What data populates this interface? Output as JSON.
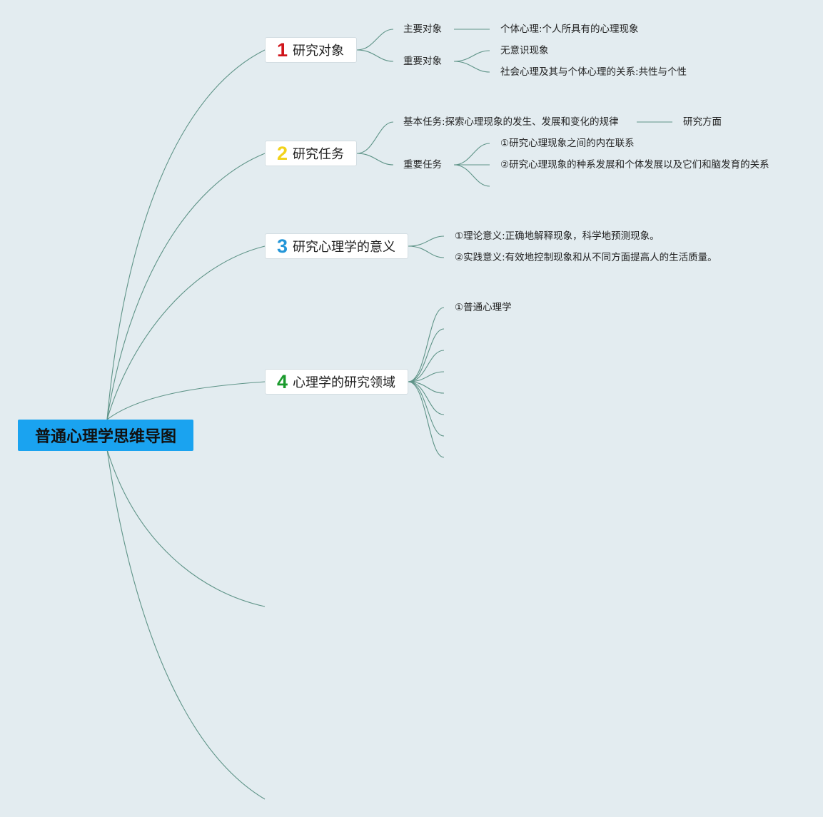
{
  "root": {
    "title": "普通心理学思维导图"
  },
  "branches": [
    {
      "number": "1",
      "number_color": "#d0151b",
      "label": "研究对象",
      "children": [
        {
          "label": "主要对象",
          "children": [
            {
              "label": "个体心理:个人所具有的心理现象"
            }
          ]
        },
        {
          "label": "重要对象",
          "children": [
            {
              "label": "无意识现象"
            },
            {
              "label": "社会心理及其与个体心理的关系:共性与个性"
            }
          ]
        }
      ]
    },
    {
      "number": "2",
      "number_color": "#f2d21b",
      "label": "研究任务",
      "children": [
        {
          "label": "基本任务:探索心理现象的发生、发展和变化的规律",
          "children": [
            {
              "label": "研究方面"
            }
          ]
        },
        {
          "label": "重要任务",
          "children": [
            {
              "label": "①研究心理现象之间的内在联系"
            },
            {
              "label": "②研究心理现象的种系发展和个体发展以及它们和脑发育的关系"
            },
            {
              "label": ""
            }
          ]
        }
      ]
    },
    {
      "number": "3",
      "number_color": "#2496d8",
      "label": "研究心理学的意义",
      "children": [
        {
          "label": "①理论意义:正确地解释现象，科学地预测现象。"
        },
        {
          "label": "②实践意义:有效地控制现象和从不同方面提高人的生活质量。"
        }
      ]
    },
    {
      "number": "4",
      "number_color": "#1a9a2c",
      "label": "心理学的研究领域",
      "children": [
        {
          "label": "①普通心理学"
        },
        {
          "label": ""
        },
        {
          "label": ""
        },
        {
          "label": ""
        },
        {
          "label": ""
        },
        {
          "label": ""
        },
        {
          "label": ""
        },
        {
          "label": ""
        }
      ]
    }
  ]
}
